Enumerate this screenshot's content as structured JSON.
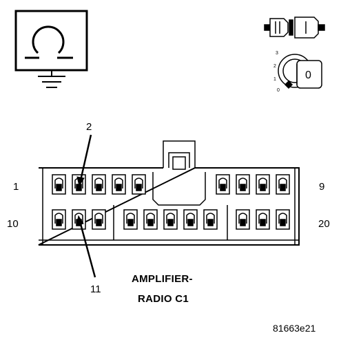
{
  "connector": {
    "pin_labels": {
      "pin_1": "1",
      "pin_2": "2",
      "pin_9": "9",
      "pin_10": "10",
      "pin_11": "11",
      "pin_20": "20"
    },
    "title_line1": "AMPLIFIER-",
    "title_line2": "RADIO C1"
  },
  "ignition": {
    "positions": [
      "3",
      "2",
      "1",
      "0"
    ],
    "key_position": "0"
  },
  "figure_id": "81663e21",
  "icons": [
    "ground-symbol-icon",
    "connector-plug-icon",
    "ignition-key-icon"
  ]
}
